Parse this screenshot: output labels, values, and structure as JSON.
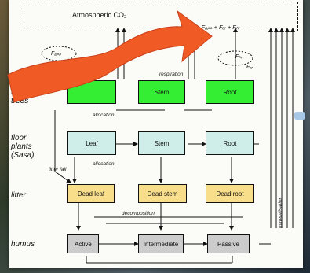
{
  "co2": {
    "label": "Atmospheric CO₂",
    "formula": "= F₆ₚₚ + Fₐᵣ + Fₕᵣ"
  },
  "rows": {
    "tall_trees": "tall\ntrees",
    "floor_plants": "floor\nplants\n(Sasa)",
    "litter": "litter",
    "humus": "humus"
  },
  "boxes": {
    "stem_top": "Stem",
    "root_top": "Root",
    "leaf_floor": "Leaf",
    "stem_floor": "Stem",
    "root_floor": "Root",
    "dead_leaf": "Dead leaf",
    "dead_stem": "Dead stem",
    "dead_root": "Dead root",
    "active": "Active",
    "intermediate": "Intermediate",
    "passive": "Passive"
  },
  "flow_labels": {
    "respiration": "respiration",
    "allocation_top": "allocation",
    "allocation_floor": "allocation",
    "litter_fall": "litter fall",
    "decomposition": "decomposition",
    "mineralisation": "mineralisation"
  },
  "fluxes": {
    "gpp": "F₆ₚₚ",
    "hr": "Fₕᵣ",
    "ar": "Fₐᵣ"
  },
  "colors": {
    "arrow": "#f05a24",
    "arrow_head": "#e8501c"
  }
}
